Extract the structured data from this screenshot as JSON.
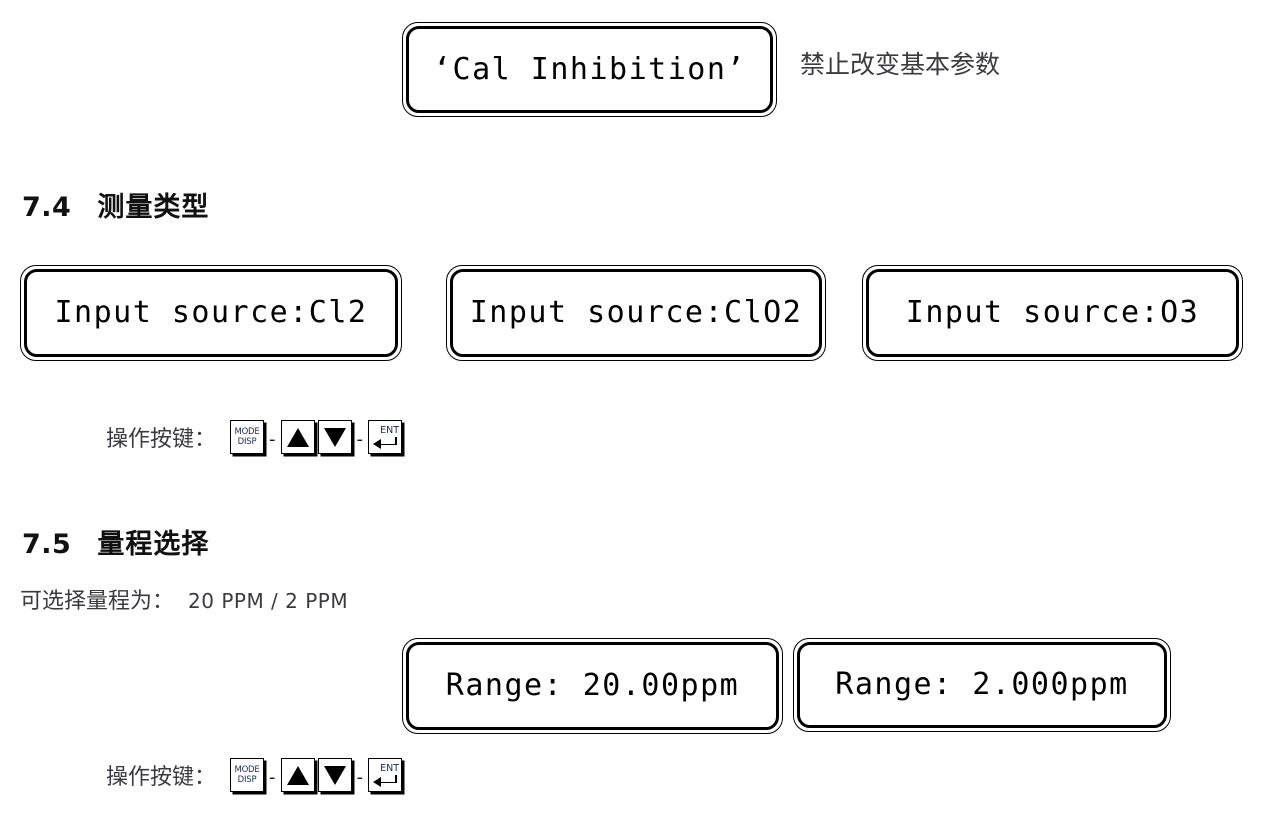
{
  "page": {
    "background": "#ffffff",
    "text_color": "#1a1a1a",
    "note_color": "#3a3a42",
    "key_label_color": "#1a2a5e"
  },
  "cal_inhibition": {
    "display_text": "‘Cal Inhibition’",
    "annotation": "禁止改变基本参数"
  },
  "section_74": {
    "number": "7.4",
    "title": "测量类型",
    "displays": [
      {
        "text": "Input source:Cl2"
      },
      {
        "text": "Input source:ClO2"
      },
      {
        "text": "Input source:O3"
      }
    ],
    "keyrow": {
      "label": "操作按键：",
      "keys": [
        {
          "type": "mode",
          "line1": "MODE",
          "line2": "DISP"
        },
        {
          "type": "separator",
          "text": "-"
        },
        {
          "type": "up-arrow"
        },
        {
          "type": "down-arrow"
        },
        {
          "type": "separator",
          "text": "-"
        },
        {
          "type": "enter",
          "line1": "ENT"
        }
      ]
    }
  },
  "section_75": {
    "number": "7.5",
    "title": "量程选择",
    "subtitle_label": "可选择量程为：",
    "subtitle_values": "20 PPM / 2 PPM",
    "displays": [
      {
        "text": "Range: 20.00ppm"
      },
      {
        "text": "Range: 2.000ppm"
      }
    ],
    "keyrow": {
      "label": "操作按键：",
      "keys": [
        {
          "type": "mode",
          "line1": "MODE",
          "line2": "DISP"
        },
        {
          "type": "separator",
          "text": "-"
        },
        {
          "type": "up-arrow"
        },
        {
          "type": "down-arrow"
        },
        {
          "type": "separator",
          "text": "-"
        },
        {
          "type": "enter",
          "line1": "ENT"
        }
      ]
    }
  }
}
